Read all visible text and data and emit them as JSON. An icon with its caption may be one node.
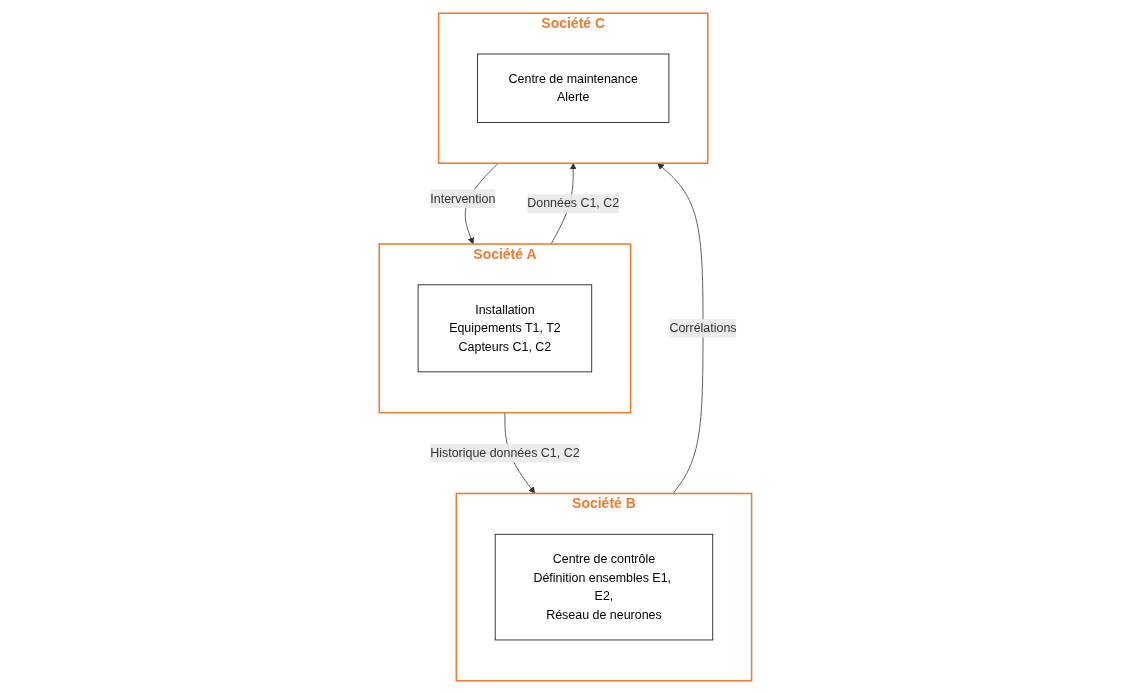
{
  "diagram": {
    "nodes": [
      {
        "text": [
          "Société B"
        ]
      },
      {
        "text": [
          "Centre de contrôle",
          "Définition ensembles E1, E2,",
          "Réseau de neurones"
        ],
        "in": 0
      },
      {
        "text": [
          "Société A"
        ]
      },
      {
        "text": [
          "Installation",
          "Equipements T1, T2",
          "Capteurs C1, C2"
        ],
        "in": 2
      },
      {
        "text": [
          "Société C"
        ]
      },
      {
        "text": [
          "Centre de maintenance",
          "Alerte"
        ],
        "in": 4
      }
    ],
    "edges": [
      {
        "from": 2,
        "to": 0,
        "arrow": "to",
        "label": "Historique données C1, C2"
      },
      {
        "from": 0,
        "to": 4,
        "arrow": "to",
        "label": "Corrélations"
      },
      {
        "from": 2,
        "to": 4,
        "arrow": "to",
        "label": "Données C1, C2"
      },
      {
        "from": 4,
        "to": 2,
        "arrow": "to",
        "label": "Intervention"
      }
    ]
  }
}
